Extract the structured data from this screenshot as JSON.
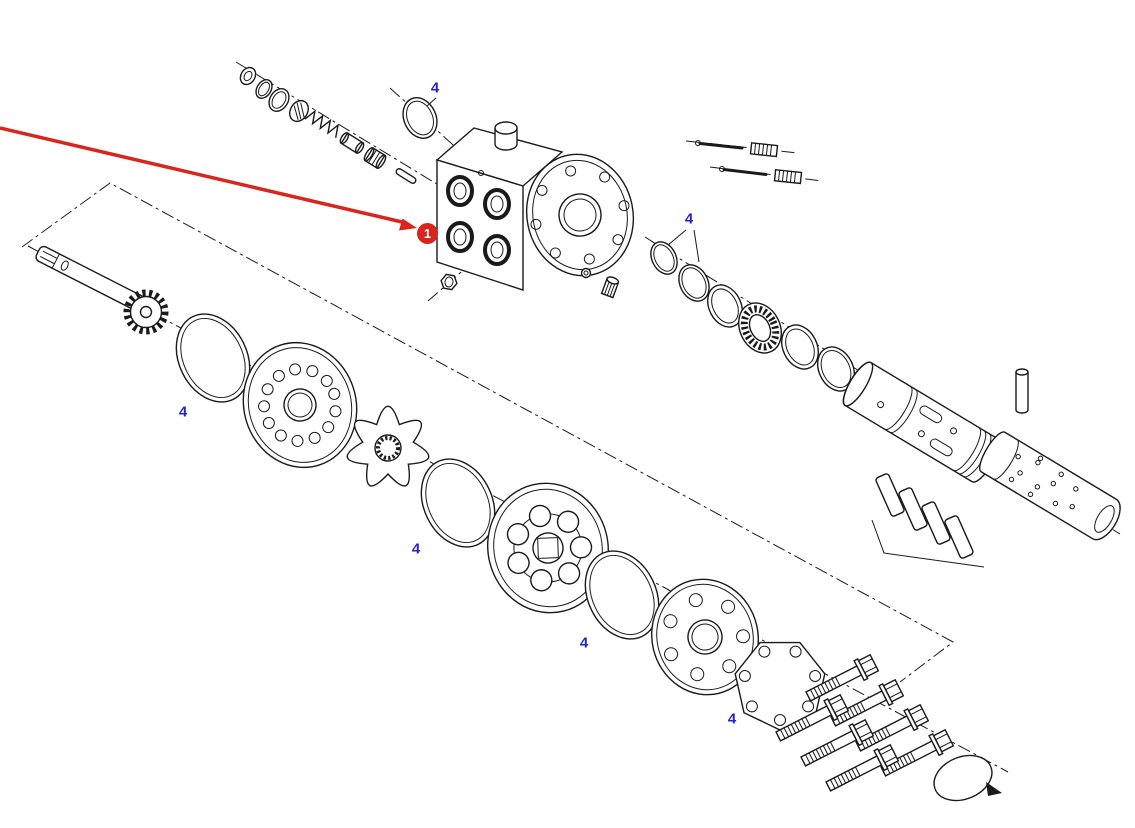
{
  "diagram": {
    "type": "exploded-parts-diagram",
    "subject": "hydraulic steering unit exploded view",
    "background_color": "#ffffff",
    "line_color": "#1a1a1a",
    "callout": {
      "label": "1",
      "color": "#d8251d",
      "text_color": "#ffffff"
    },
    "label_color": "#2323c8",
    "labels": {
      "seal_ring_top": "4",
      "seal_stack_right": "4",
      "o_ring_shaft": "4",
      "o_ring_star": "4",
      "o_ring_rotor": "4",
      "cover_plate": "4"
    }
  }
}
